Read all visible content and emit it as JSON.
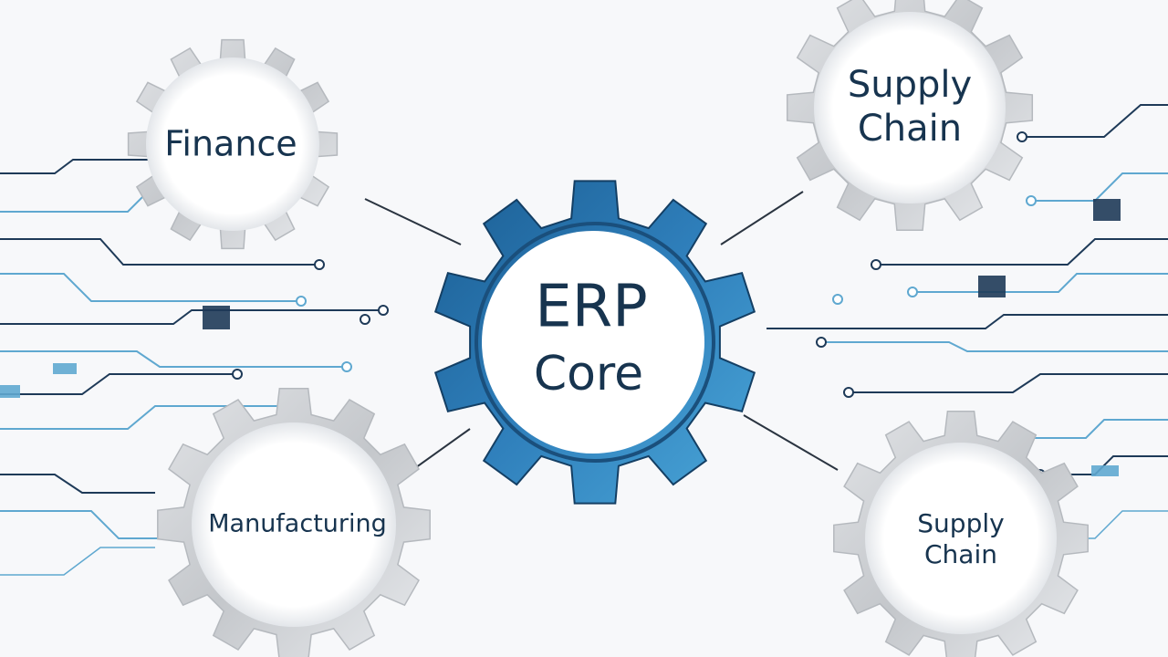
{
  "diagram": {
    "center": {
      "line1": "ERP",
      "line2": "Core"
    },
    "modules": {
      "finance": {
        "line1": "Finance"
      },
      "supply_chain_top": {
        "line1": "Supply",
        "line2": "Chain"
      },
      "manufacturing": {
        "line1": "Manufacturing"
      },
      "supply_chain_bottom": {
        "line1": "Supply",
        "line2": "Chain"
      }
    }
  },
  "colors": {
    "core_gear": "#2a6fa3",
    "core_gear_dark": "#1a4f7c",
    "module_gear": "#c6c9cd",
    "circuit_dark": "#1e3a58",
    "circuit_light": "#5fa8d0",
    "label_text": "#17344f"
  }
}
